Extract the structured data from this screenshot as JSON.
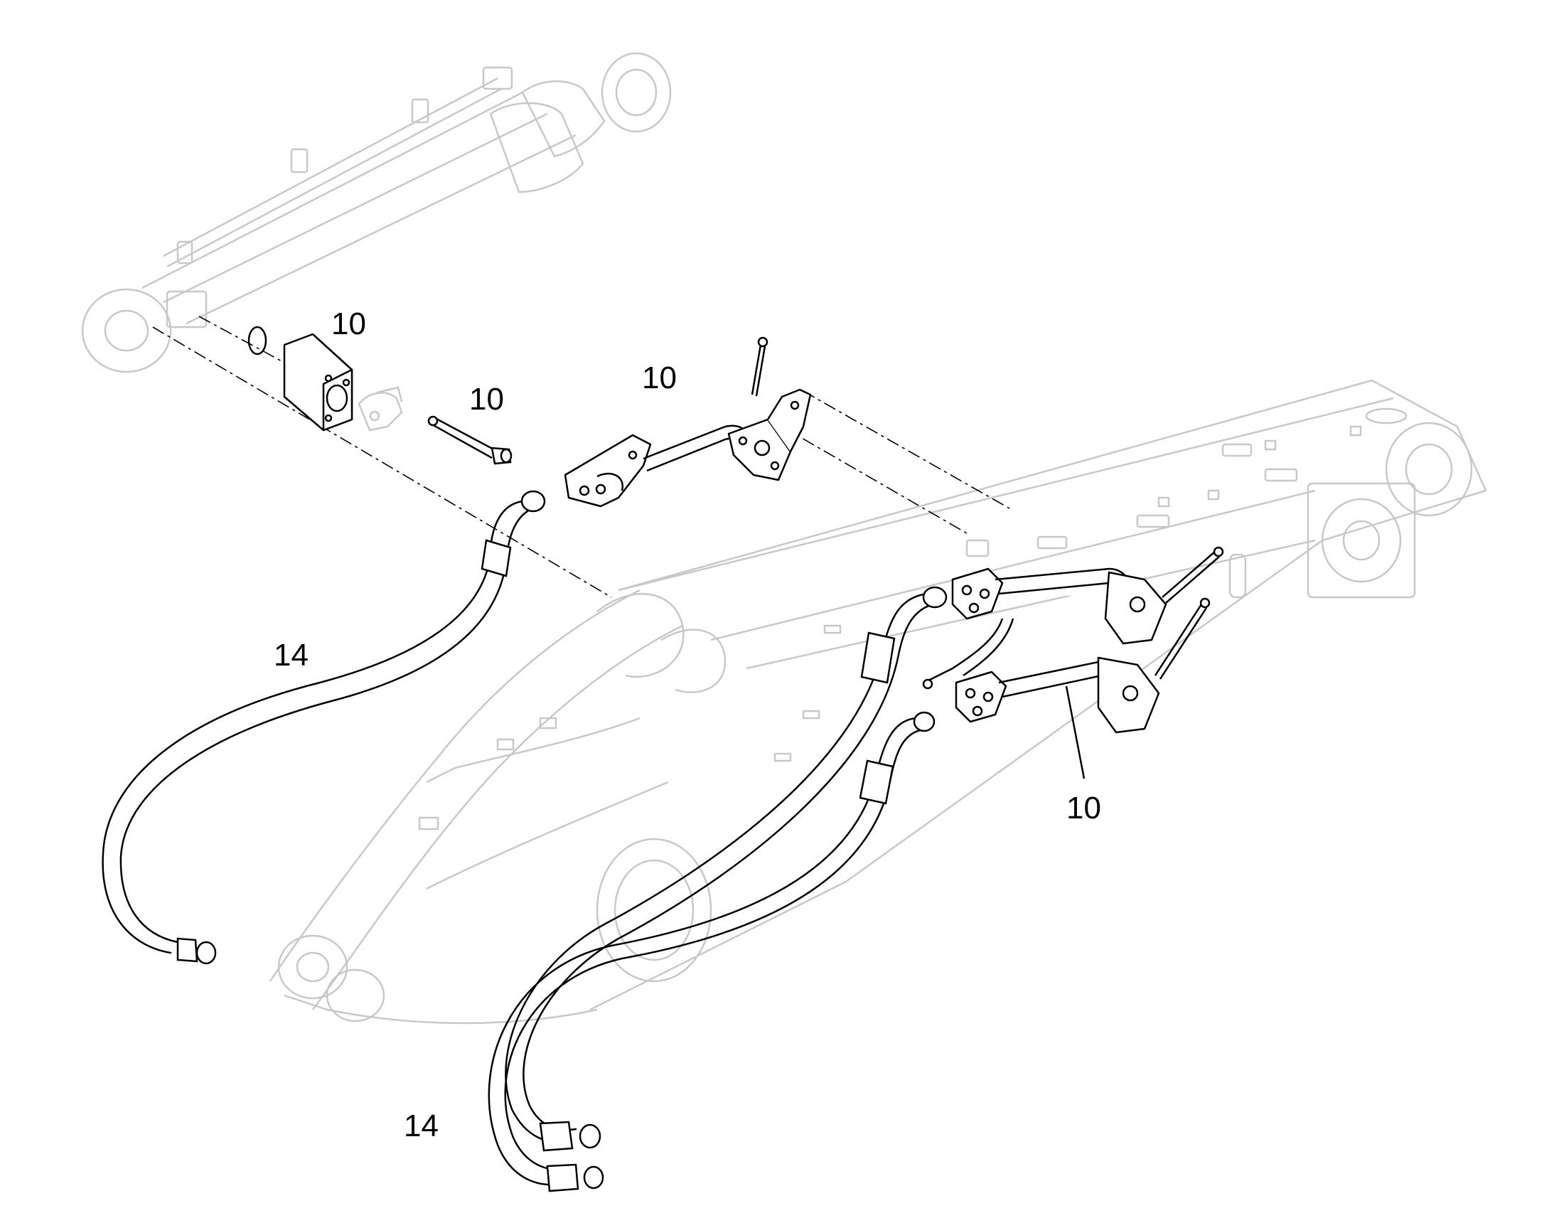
{
  "callouts": {
    "c1": "10",
    "c2": "10",
    "c3": "10",
    "c4": "14",
    "c5": "10",
    "c6": "14"
  },
  "colors": {
    "part_ink": "#000000",
    "ghost_ink": "#c8c8c8",
    "background": "#ffffff"
  }
}
